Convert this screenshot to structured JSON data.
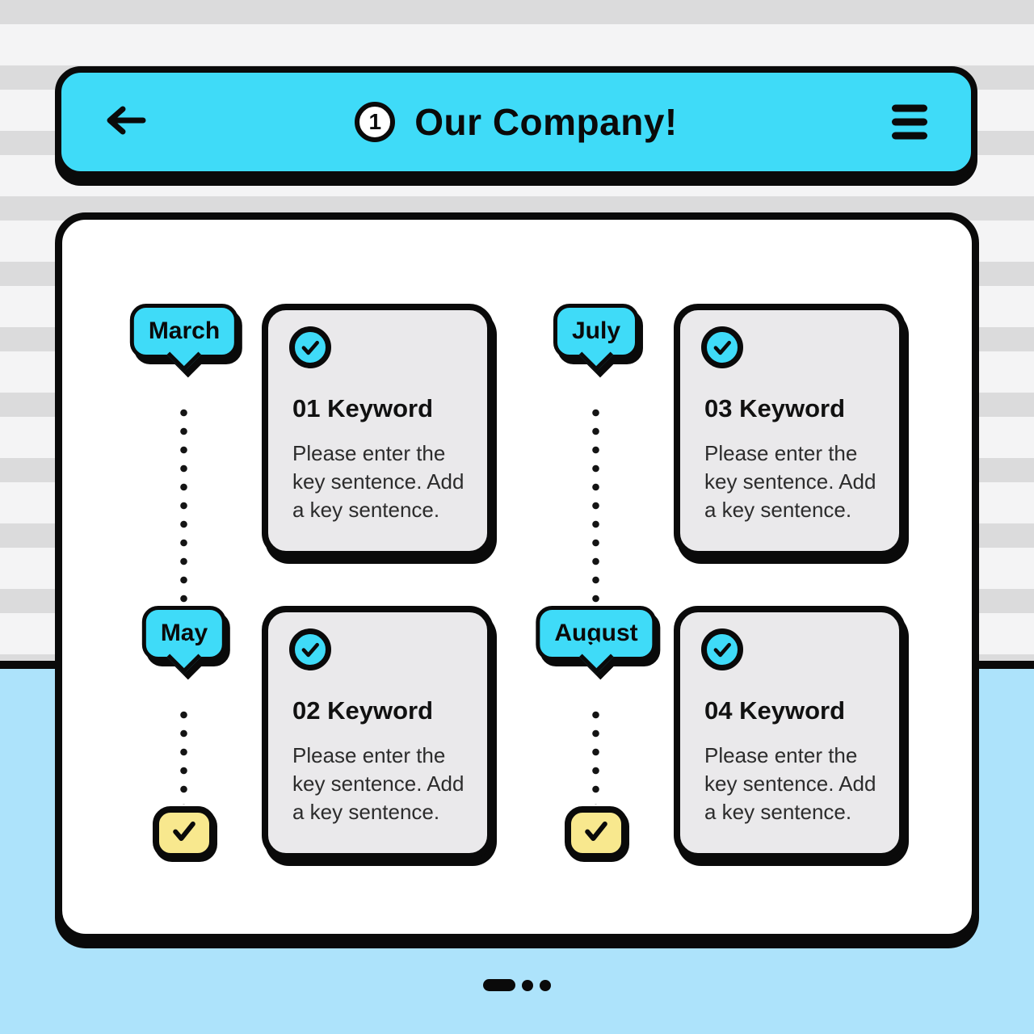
{
  "header": {
    "step_number": "1",
    "title": "Our Company!"
  },
  "timeline": {
    "items": [
      {
        "month": "March",
        "title": "01 Keyword",
        "body": "Please enter the key sentence. Add a key sentence."
      },
      {
        "month": "May",
        "title": "02 Keyword",
        "body": "Please enter the key sentence. Add a key sentence."
      },
      {
        "month": "July",
        "title": "03 Keyword",
        "body": "Please enter the key sentence. Add a key sentence."
      },
      {
        "month": "August",
        "title": "04 Keyword",
        "body": "Please enter the key sentence. Add a key sentence."
      }
    ]
  },
  "pagination": {
    "active_index": 0,
    "count": 3
  },
  "colors": {
    "accent_cyan": "#3FDBF8",
    "bottom_blue": "#ADE3FB",
    "badge_yellow": "#F8E88E",
    "card_gray": "#EAE9EB",
    "stripe_gray": "#DBDBDC",
    "stripe_light": "#F4F4F5",
    "ink_black": "#0A0A0A"
  },
  "icons": {
    "back": "arrow-left-icon",
    "menu": "hamburger-icon",
    "done": "checkmark-icon"
  }
}
